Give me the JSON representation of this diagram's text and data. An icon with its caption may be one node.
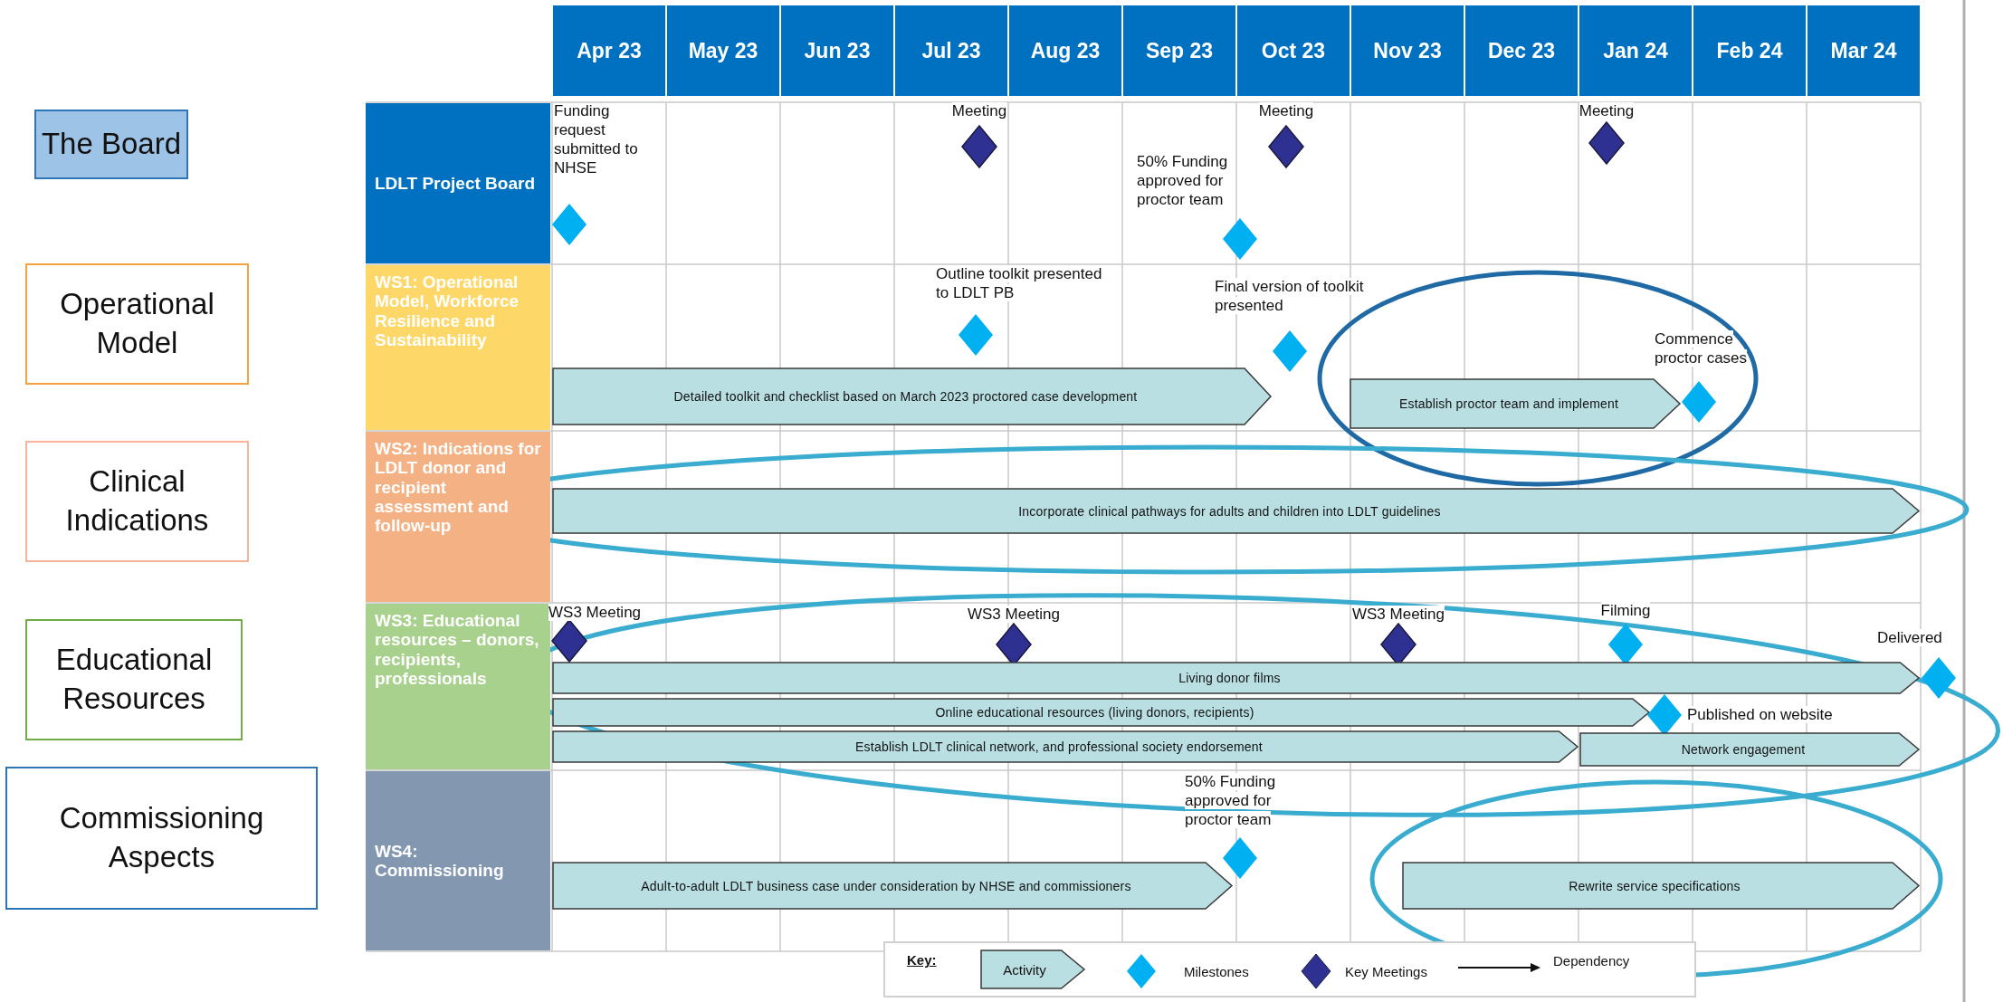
{
  "diagram": {
    "nodes": [
      {
        "text": [
          "The Board"
        ]
      },
      {
        "text": [
          "Operational Model"
        ]
      },
      {
        "text": [
          "Clinical Indications"
        ]
      },
      {
        "text": [
          "Educational Resources"
        ]
      },
      {
        "text": [
          "Commissioning Aspects"
        ]
      },
      {
        "text": [
          "LDLT Project Board"
        ]
      },
      {
        "text": [
          "WS1: Operational Model, Workforce Resilience and Sustainability"
        ]
      },
      {
        "text": [
          "WS2: Indications for LDLT donor and recipient assessment and follow-up"
        ]
      },
      {
        "text": [
          "WS3: Educational resources – donors, recipients, professionals"
        ]
      },
      {
        "text": [
          "WS4: Commissioning"
        ]
      },
      {
        "text": [],
        "shape": "diamond"
      },
      {
        "text": [],
        "shape": "diamond",
        "beside": [
          "Meeting"
        ]
      },
      {
        "text": [],
        "shape": "diamond",
        "beside": [
          "50% Funding approved for proctor team"
        ]
      },
      {
        "text": [],
        "shape": "diamond",
        "beside": [
          "Meeting"
        ]
      },
      {
        "text": [],
        "shape": "diamond",
        "beside": [
          "Meeting"
        ]
      },
      {
        "text": [],
        "shape": "diamond",
        "beside": [
          "Outline toolkit presented to LDLT PB"
        ]
      },
      {
        "text": [],
        "shape": "diamond",
        "beside": [
          "Final version of toolkit presented"
        ]
      },
      {
        "text": [
          "Detailed toolkit and checklist based on March 2023 proctored case development"
        ]
      },
      {
        "text": [
          "Establish proctor team and implement"
        ]
      },
      {
        "text": [],
        "shape": "diamond",
        "beside": [
          "Commence proctor cases"
        ]
      },
      {
        "text": [
          "Incorporate clinical pathways for adults and children into LDLT guidelines"
        ]
      },
      {
        "text": [],
        "shape": "diamond",
        "beside": [
          "WS3 Meeting"
        ]
      },
      {
        "text": [],
        "shape": "diamond",
        "beside": [
          "WS3 Meeting"
        ]
      },
      {
        "text": [],
        "shape": "diamond",
        "beside": [
          "WS3 Meeting"
        ]
      },
      {
        "text": [],
        "shape": "diamond",
        "beside": [
          "Filming"
        ]
      },
      {
        "text": [
          "Living donor films"
        ]
      },
      {
        "text": [],
        "shape": "diamond",
        "beside": [
          "Delivered"
        ]
      },
      {
        "text": [
          "Online educational resources (living donors, recipients)"
        ]
      },
      {
        "text": [],
        "shape": "diamond",
        "beside": [
          "Published on website"
        ]
      },
      {
        "text": [
          "Establish LDLT clinical network, and professional society endorsement"
        ]
      },
      {
        "text": [
          "Network engagement"
        ]
      },
      {
        "text": [],
        "shape": "diamond",
        "beside": [
          "50% Funding approved for proctor team"
        ]
      },
      {
        "text": [
          "Adult-to-adult LDLT business case under consideration by NHSE and commissioners"
        ]
      },
      {
        "text": [
          "Rewrite service specifications"
        ]
      }
    ],
    "labels": [
      "Apr 23",
      "May 23",
      "Jun 23",
      "Jul 23",
      "Aug 23",
      "Sep 23",
      "Oct 23",
      "Nov 23",
      "Dec 23",
      "Jan 24",
      "Feb 24",
      "Mar 24",
      "Key:",
      "Funding request submitted to NHSE"
    ],
    "legend": [
      {
        "text": "Activity"
      },
      {
        "text": "Milestones",
        "color": "#00b0f0"
      },
      {
        "text": "Key Meetings",
        "color": "#2e3192"
      },
      {
        "text": "Dependency"
      }
    ]
  }
}
